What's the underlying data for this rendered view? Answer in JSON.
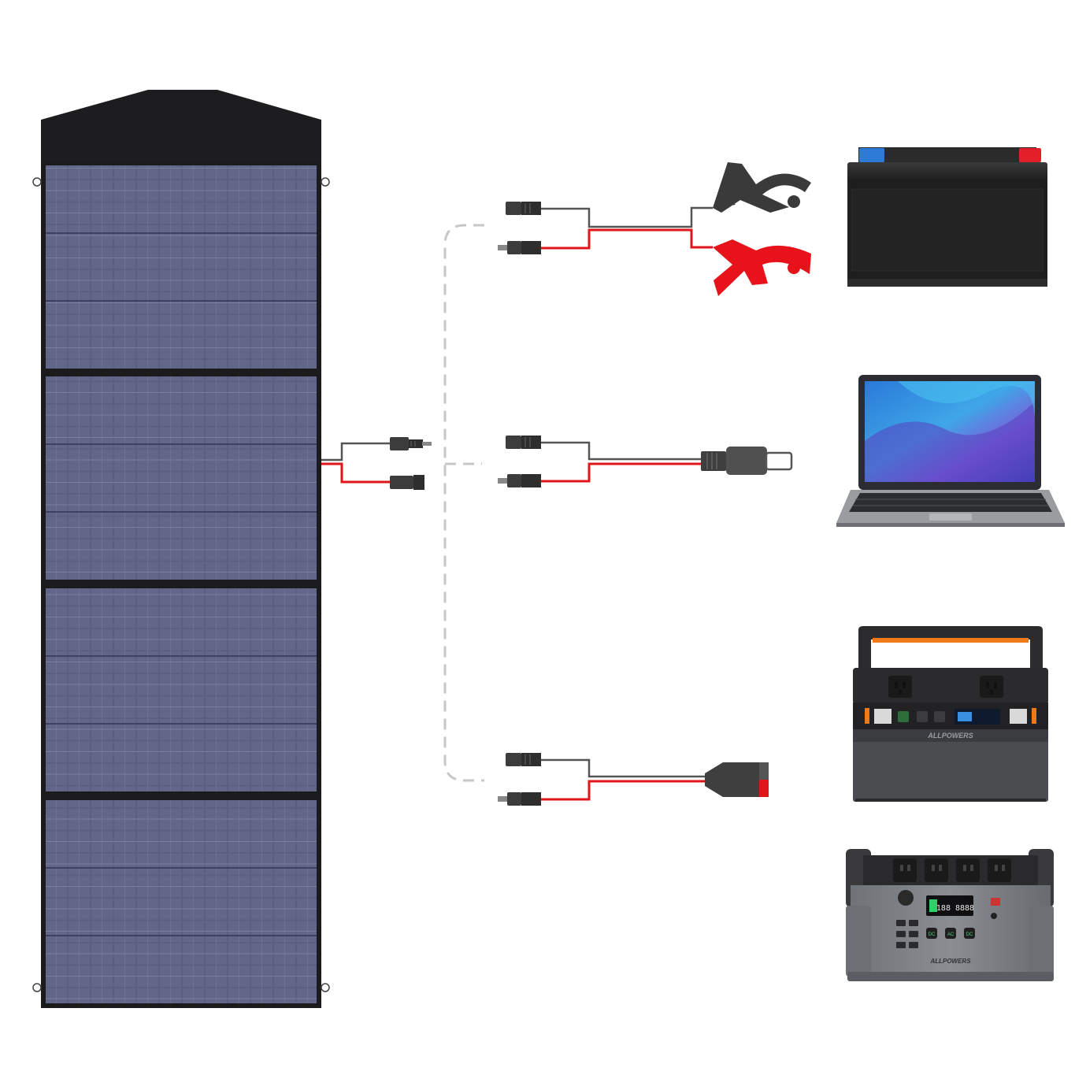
{
  "colors": {
    "background": "#ffffff",
    "panel_cell": "#5b5f82",
    "panel_frame": "#1b1b1d",
    "cable_black": "#555555",
    "cable_red": "#e0161b",
    "dashed_link": "#c7c7c7",
    "connector": "#3c3c3c",
    "clamp_red": "#e8131a",
    "station_orange": "#f07a1a"
  },
  "scene": {
    "solar_panel": {
      "folds": 4,
      "icon": "solar-panel-icon"
    },
    "outputs": [
      {
        "id": "car-battery",
        "icon": "car-battery-icon",
        "adapter_icon": "alligator-clip-icon"
      },
      {
        "id": "laptop",
        "icon": "laptop-icon",
        "adapter_icon": "dc-plug-icon"
      },
      {
        "id": "power-station-small",
        "icon": "power-station-icon",
        "adapter_icon": "anderson-plug-icon"
      },
      {
        "id": "power-station-large",
        "icon": "power-station-icon"
      }
    ]
  },
  "devices": {
    "station_small_brand": "ALLPOWERS",
    "station_large_brand": "ALLPOWERS",
    "station_large_display": "188 8888",
    "station_large_buttons": [
      "DC",
      "AC",
      "DC"
    ]
  }
}
